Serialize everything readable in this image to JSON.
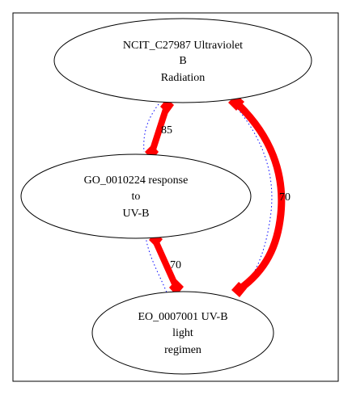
{
  "nodes": [
    {
      "id": "ncit",
      "lines": [
        "NCIT_C27987 Ultraviolet",
        "B",
        "Radiation"
      ]
    },
    {
      "id": "go",
      "lines": [
        "GO_0010224 response",
        "to",
        "UV-B"
      ]
    },
    {
      "id": "eo",
      "lines": [
        "EO_0007001 UV-B",
        "light",
        "regimen"
      ]
    }
  ],
  "edges": [
    {
      "id": "ncit-go",
      "from": "ncit",
      "to": "go",
      "label": "85"
    },
    {
      "id": "go-eo",
      "from": "go",
      "to": "eo",
      "label": "70"
    },
    {
      "id": "ncit-eo",
      "from": "ncit",
      "to": "eo",
      "label": "70"
    }
  ],
  "colors": {
    "thick_edge": "#ff0000",
    "dotted_edge": "#0000ff",
    "outline": "#000000"
  }
}
